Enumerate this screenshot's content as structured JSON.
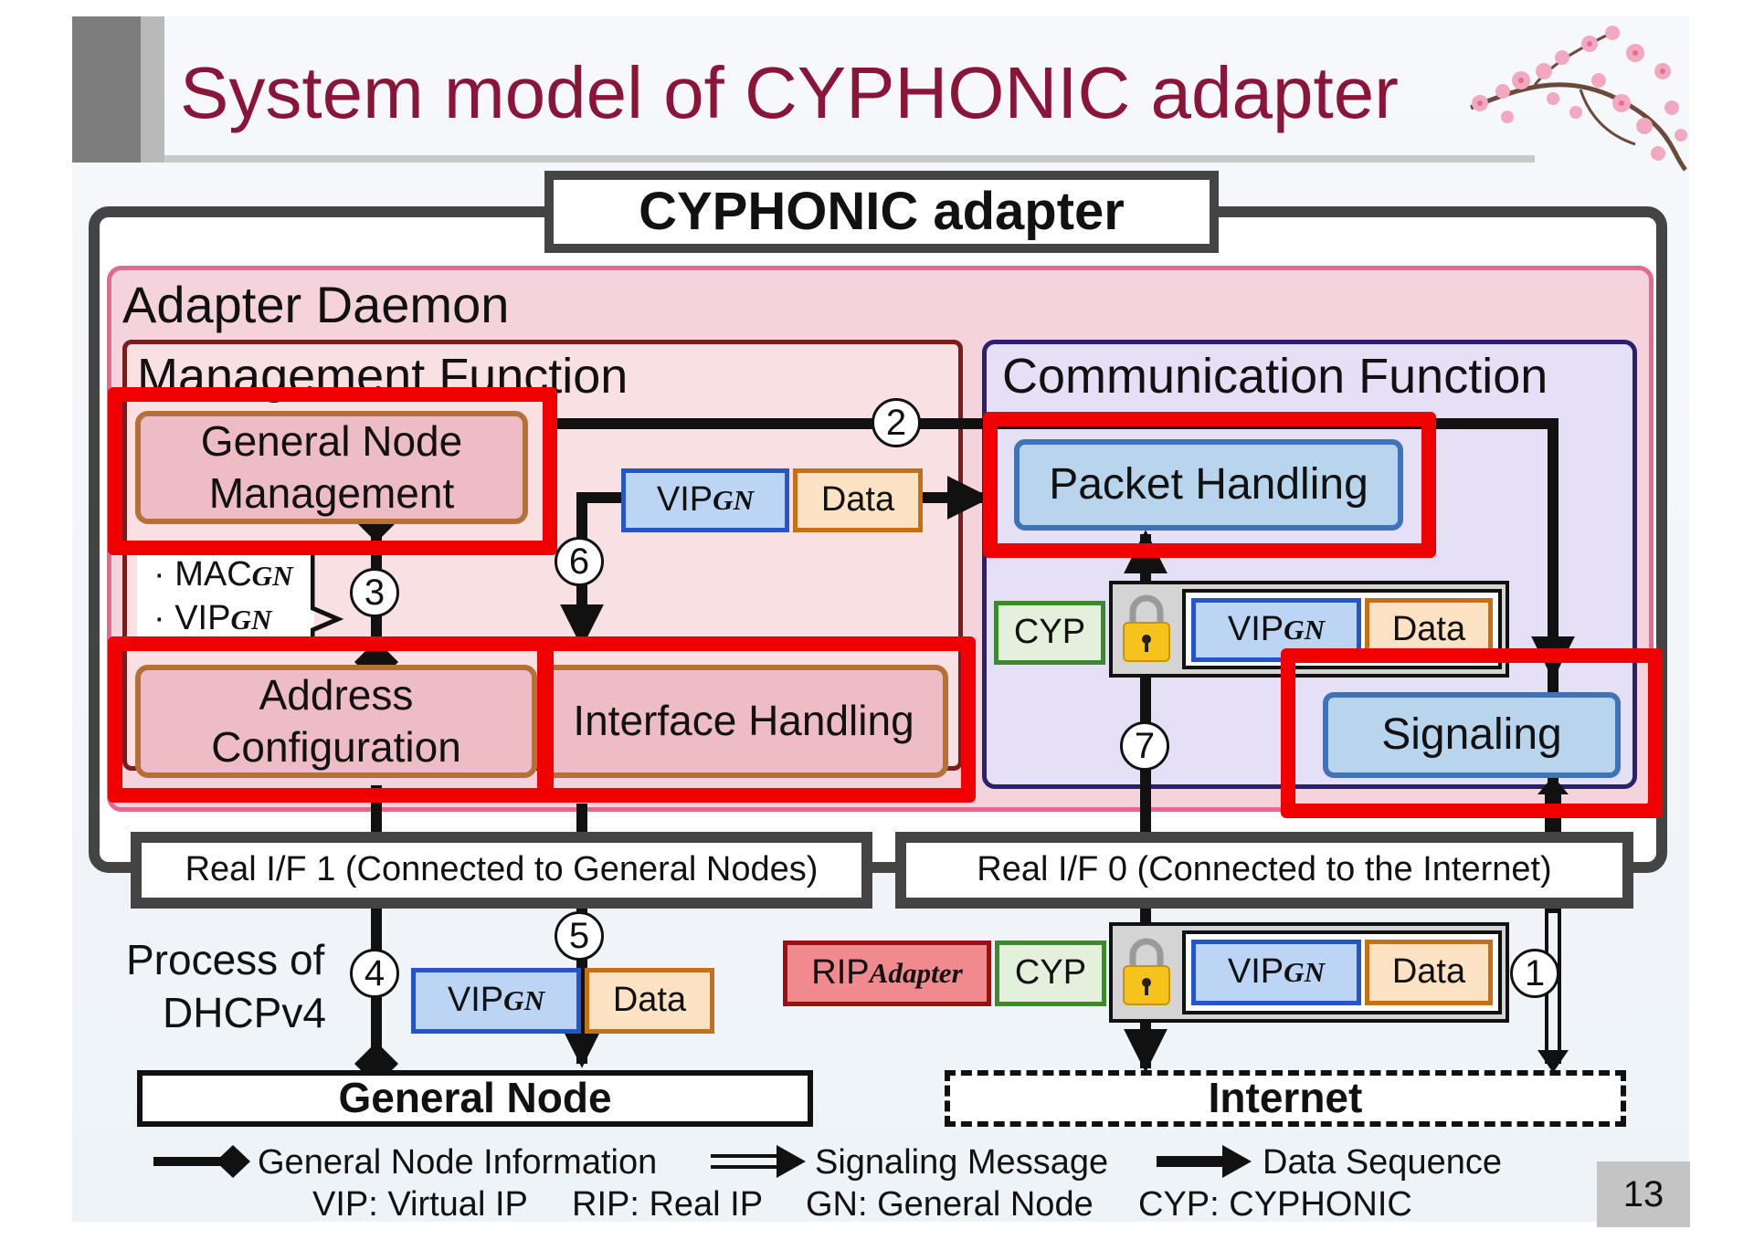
{
  "slide": {
    "title": "System model of CYPHONIC adapter",
    "page_number": "13"
  },
  "diagram": {
    "adapter_title": "CYPHONIC adapter",
    "daemon_label": "Adapter Daemon",
    "management_label": "Management Function",
    "communication_label": "Communication Function",
    "general_node_management": "General Node Management",
    "address_configuration": "Address Configuration",
    "interface_handling": "Interface Handling",
    "packet_handling": "Packet Handling",
    "signaling": "Signaling",
    "mac_item": "· MAC",
    "vip_item": "· VIP",
    "gn_sub": "GN",
    "adapter_sub": "Adapter",
    "vip": "VIP",
    "data": "Data",
    "cyp": "CYP",
    "rip": "RIP",
    "real_if_1": "Real I/F 1 (Connected to General Nodes)",
    "real_if_0": "Real I/F 0 (Connected to the Internet)",
    "process_of": "Process of",
    "dhcpv4": "DHCPv4",
    "general_node": "General Node",
    "internet": "Internet",
    "steps": [
      "1",
      "2",
      "3",
      "4",
      "5",
      "6",
      "7"
    ]
  },
  "legend": {
    "general_node_info": "General Node Information",
    "signaling_message": "Signaling Message",
    "data_sequence": "Data Sequence",
    "vip_def": "VIP: Virtual IP",
    "rip_def": "RIP: Real IP",
    "gn_def": "GN: General Node",
    "cyp_def": "CYP: CYPHONIC"
  },
  "colors": {
    "title": "#8b1538",
    "highlight": "#f00000",
    "daemon_bg": "#f4d3dd",
    "comm_bg": "#e6e0f6"
  },
  "icons": [
    "lock-icon",
    "cherry-blossom-decoration"
  ]
}
